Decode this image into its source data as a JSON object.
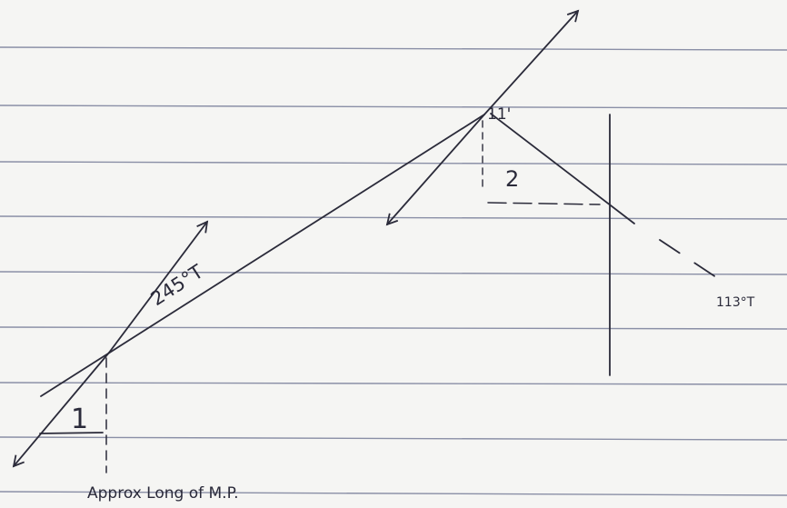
{
  "sheet": {
    "ruling_color": "#8a8fa6",
    "ink_color": "#2b2b3a"
  },
  "labels": {
    "bearing_1": "245°T",
    "bearing_2": "113°T",
    "time_mark": "11'",
    "line_1": "1",
    "line_2": "2",
    "caption": "Approx Long of M.P."
  }
}
